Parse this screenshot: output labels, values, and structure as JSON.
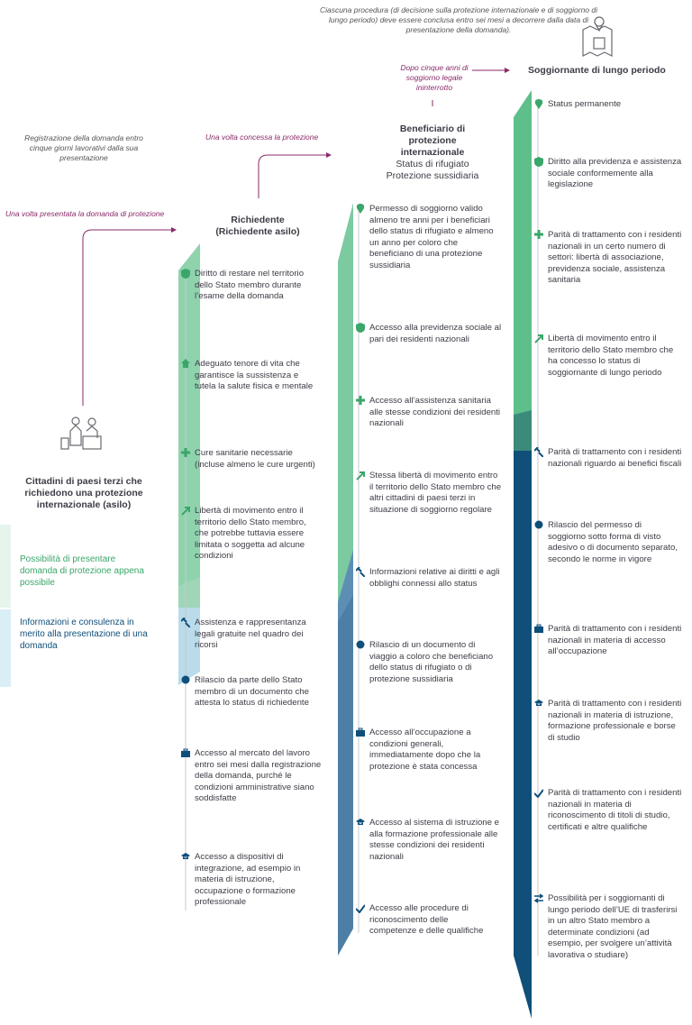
{
  "notes": {
    "top_procedure": "Ciascuna procedura (di decisione sulla protezione internazionale e di soggiorno di lungo periodo) deve essere conclusa entro sei mesi a decorrere dalla data di presentazione della domanda).",
    "five_years": "Dopo cinque anni di soggiorno legale ininterrotto",
    "registration": "Registrazione della domanda entro cinque giorni lavorativi dalla sua presentazione",
    "once_granted": "Una volta concessa la protezione",
    "once_submitted": "Una volta presentata la domanda di protezione"
  },
  "columns": {
    "applicant_origin": {
      "title": "Cittadini di paesi terzi che richiedono una protezione internazionale (asilo)",
      "box_green": "Possibilità di presentare domanda di protezione appena possibile",
      "box_blue": "Informazioni e consulenza in merito alla presentazione di una domanda"
    },
    "applicant": {
      "title": "Richiedente",
      "subtitle": "(Richiedente asilo)",
      "items": [
        {
          "icon": "shield-icon",
          "text": "Diritto di restare nel territorio dello Stato membro durante l’esame della domanda"
        },
        {
          "icon": "house-icon",
          "text": "Adeguato tenore di vita che garantisce la sussistenza e tutela la salute fisica e mentale"
        },
        {
          "icon": "medical-cross-icon",
          "text": "Cure sanitarie necessarie (incluse almeno le cure urgenti)"
        },
        {
          "icon": "arrow-up-right-icon",
          "text": "Libertà di movimento entro il territorio dello Stato membro, che potrebbe tuttavia essere limitata o soggetta ad alcune condizioni"
        },
        {
          "icon": "gavel-icon",
          "text": "Assistenza e rappresentanza legali gratuite nel quadro dei ricorsi"
        },
        {
          "icon": "seal-icon",
          "text": "Rilascio da parte dello Stato membro di un documento che attesta lo status di richiedente"
        },
        {
          "icon": "briefcase-icon",
          "text": "Accesso al mercato del lavoro entro sei mesi dalla registrazione della domanda, purché le condizioni amministrative siano soddisfatte"
        },
        {
          "icon": "graduation-cap-icon",
          "text": "Accesso a dispositivi di integrazione, ad esempio in materia di istruzione, occupazione o formazione professionale"
        }
      ]
    },
    "beneficiary": {
      "title": "Beneficiario di protezione internazionale",
      "subtitle1": "Status di rifugiato",
      "subtitle2": "Protezione sussidiaria",
      "items": [
        {
          "icon": "location-pin-icon",
          "text": "Permesso di soggiorno valido almeno tre anni per i beneficiari dello status di rifugiato e almeno un anno per coloro che beneficiano di una protezione sussidiaria"
        },
        {
          "icon": "shield-icon",
          "text": "Accesso alla previdenza sociale al pari dei residenti nazionali"
        },
        {
          "icon": "medical-cross-icon",
          "text": "Accesso all’assistenza sanitaria alle stesse condizioni dei residenti nazionali"
        },
        {
          "icon": "arrow-up-right-icon",
          "text": "Stessa libertà di movimento entro il territorio dello Stato membro che altri cittadini di paesi terzi in situazione di soggiorno regolare"
        },
        {
          "icon": "gavel-icon",
          "text": "Informazioni relative ai diritti e agli obblighi connessi allo status"
        },
        {
          "icon": "seal-icon",
          "text": "Rilascio di un documento di viaggio a coloro che beneficiano dello status di rifugiato o di protezione sussidiaria"
        },
        {
          "icon": "briefcase-icon",
          "text": "Accesso all’occupazione a condizioni generali, immediatamente dopo che la protezione è stata concessa"
        },
        {
          "icon": "graduation-cap-icon",
          "text": "Accesso al sistema di istruzione e alla formazione professionale alle stesse condizioni dei residenti nazionali"
        },
        {
          "icon": "checkmark-icon",
          "text": "Accesso alle procedure di riconoscimento delle competenze e delle qualifiche"
        }
      ]
    },
    "long_term": {
      "title": "Soggiornante di lungo periodo",
      "items": [
        {
          "icon": "location-pin-icon",
          "text": "Status permanente"
        },
        {
          "icon": "shield-icon",
          "text": "Diritto alla previdenza e assistenza sociale conformemente alla legislazione"
        },
        {
          "icon": "medical-cross-icon",
          "text": "Parità di trattamento con i residenti nazionali in un certo numero di settori: libertà di associazione, previdenza sociale, assistenza sanitaria"
        },
        {
          "icon": "arrow-up-right-icon",
          "text": "Libertà di movimento entro il territorio dello Stato membro che ha concesso lo status di soggiornante di lungo periodo"
        },
        {
          "icon": "gavel-icon",
          "text": "Parità di trattamento con i residenti nazionali riguardo ai benefici fiscali"
        },
        {
          "icon": "seal-icon",
          "text": "Rilascio del permesso di soggiorno sotto forma di visto adesivo o di documento separato, secondo le norme in vigore"
        },
        {
          "icon": "briefcase-icon",
          "text": "Parità di trattamento con i residenti nazionali in materia di accesso all’occupazione"
        },
        {
          "icon": "graduation-cap-icon",
          "text": "Parità di trattamento con i residenti nazionali in materia di istruzione, formazione professionale e borse di studio"
        },
        {
          "icon": "checkmark-icon",
          "text": "Parità di trattamento con i residenti nazionali in materia di riconoscimento di titoli di studio, certificati e altre qualifiche"
        },
        {
          "icon": "transfer-arrows-icon",
          "text": "Possibilità per i soggiornanti di lungo periodo dell’UE di trasferirsi in un altro Stato membro a determinate condizioni (ad esempio, per svolgere un’attività lavorativa o studiare)"
        }
      ]
    }
  },
  "colors": {
    "green": "#5fbf8a",
    "green_light": "#8fd3ad",
    "blue": "#4d7fa6",
    "blue_light": "#b9dbea",
    "navy": "#0f4f7a",
    "purple": "#8a2a6a",
    "box_green_bg": "#e6f4ec",
    "box_blue_bg": "#d9eef6"
  }
}
